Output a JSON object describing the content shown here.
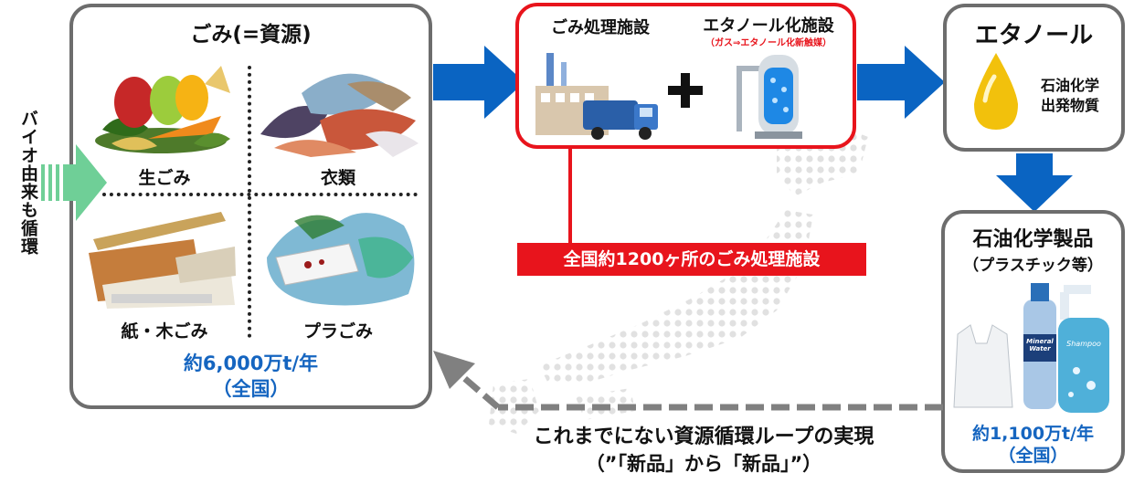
{
  "waste_box": {
    "title": "ごみ(=資源)",
    "items": {
      "food": "生ごみ",
      "clothing": "衣類",
      "paper_wood": "紙・木ごみ",
      "plastic": "プラごみ"
    },
    "amount": "約6,000万t/年",
    "scope": "（全国）"
  },
  "bio_label": "バイオ由来も循環",
  "facility_box": {
    "waste_facility": "ごみ処理施設",
    "ethanol_facility": "エタノール化施設",
    "ethanol_sub": "（ガス⇒エタノール化新触媒）",
    "plus": "+"
  },
  "facility_count": "全国約1200ヶ所のごみ処理施設",
  "ethanol_box": {
    "title": "エタノール",
    "desc1": "石油化学",
    "desc2": "出発物質"
  },
  "products_box": {
    "title": "石油化学製品",
    "subtitle": "（プラスチック等）",
    "bottle_label1": "Mineral",
    "bottle_label2": "Water",
    "shampoo_label": "Shampoo",
    "amount": "約1,100万t/年",
    "scope": "（全国）"
  },
  "loop_text": {
    "line1": "これまでにない資源循環ループの実現",
    "line2": "（”「新品」から「新品」”）"
  },
  "colors": {
    "arrow_blue": "#0a64c2",
    "highlight_red": "#e8141c",
    "bio_green": "#6fcf97",
    "accent_blue": "#1565c0",
    "border_gray": "#6d6d6d"
  }
}
